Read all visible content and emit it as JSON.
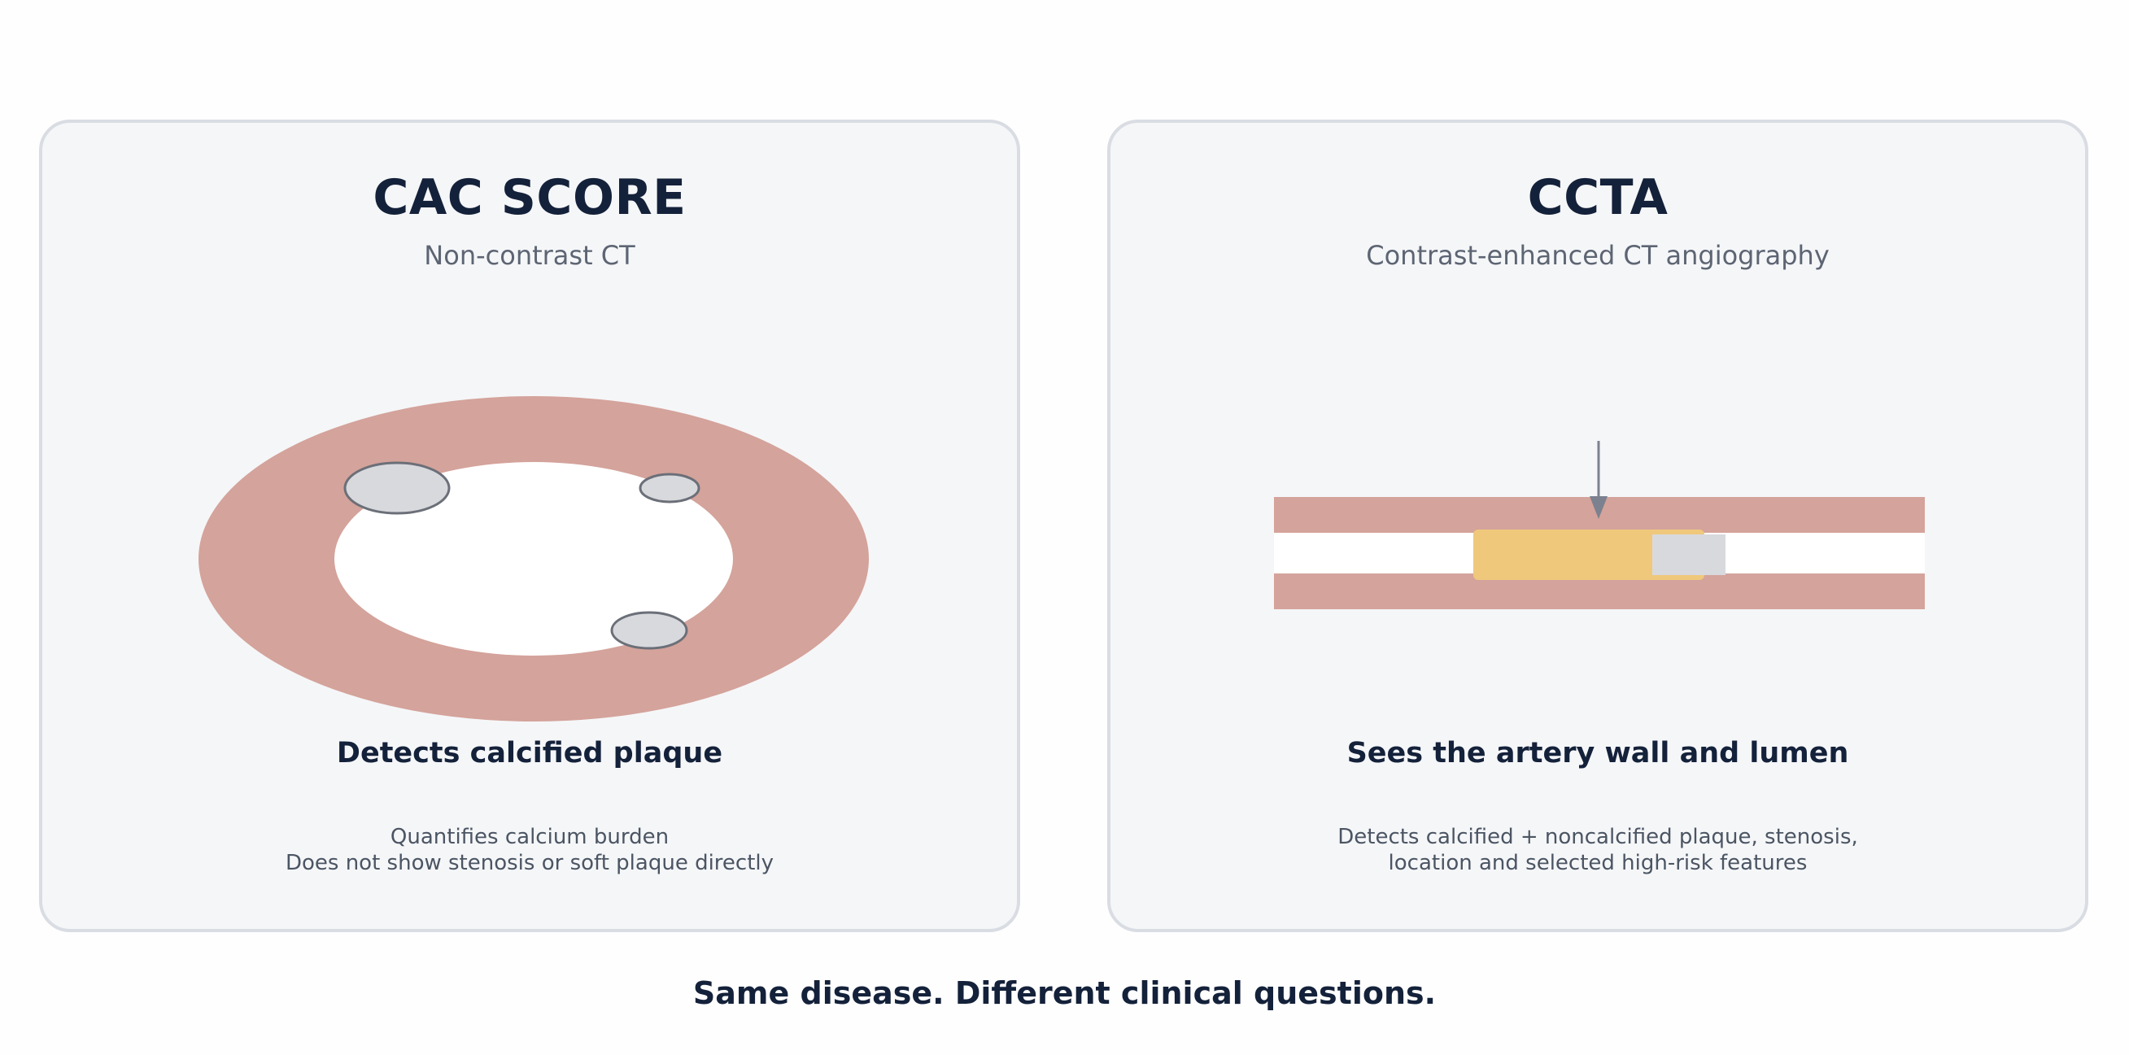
{
  "panels": {
    "cac": {
      "title": "CAC SCORE",
      "subtitle": "Non-contrast CT",
      "heading": "Detects calcified plaque",
      "note_lines": [
        "Quantifies calcium burden",
        "Does not show stenosis or soft plaque directly"
      ]
    },
    "ccta": {
      "title": "CCTA",
      "subtitle": "Contrast-enhanced CT angiography",
      "heading": "Sees the artery wall and lumen",
      "note_lines": [
        "Detects calcified + noncalcified plaque, stenosis,",
        "location and selected high-risk features"
      ]
    }
  },
  "footer": "Same disease. Different clinical questions.",
  "colors": {
    "artery_wall": "#d4a39b",
    "lumen": "#ffffff",
    "calcium": "#d8d9dd",
    "calcium_outline": "#6b6f78",
    "soft_plaque": "#efc87c",
    "arrow": "#7b818e",
    "panel_bg": "#f5f6f8",
    "panel_border": "#d9dde3",
    "title_text": "#14213a"
  },
  "icons": {
    "cross_section": "artery-cross-section-icon",
    "longitudinal": "artery-longitudinal-icon",
    "arrow": "arrow-down-icon"
  }
}
